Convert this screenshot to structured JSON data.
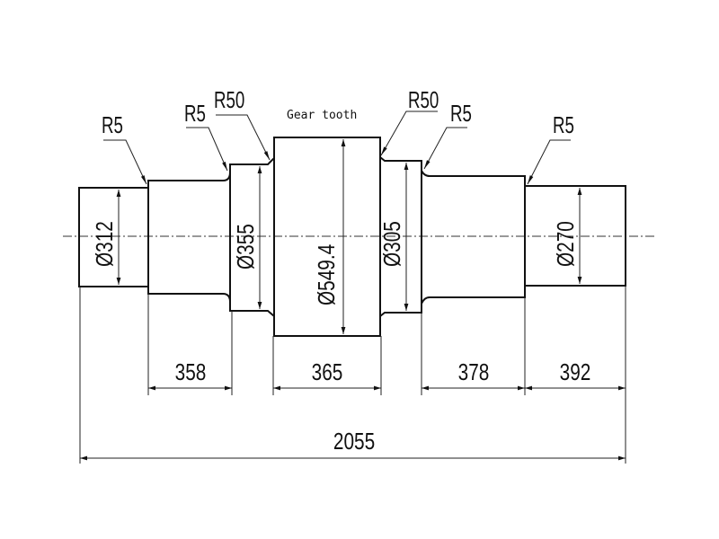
{
  "labels": {
    "gear_tooth": "Gear tooth",
    "radii": [
      "R5",
      "R5",
      "R50",
      "R50",
      "R5",
      "R5"
    ]
  },
  "diameters": [
    "Ø312",
    "Ø355",
    "Ø549.4",
    "Ø305",
    "Ø270"
  ],
  "lengths": [
    "358",
    "365",
    "378",
    "392"
  ],
  "overall_length": "2055",
  "colors": {
    "line": "#111111",
    "background": "#ffffff"
  }
}
